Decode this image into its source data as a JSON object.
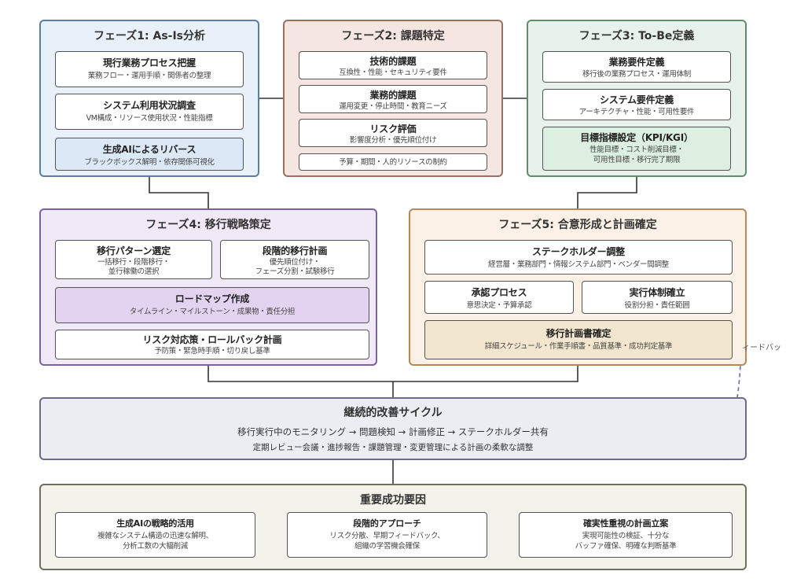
{
  "phase1": {
    "title": "フェーズ1: As-Is分析",
    "items": [
      {
        "title": "現行業務プロセス把握",
        "desc": "業務フロー・運用手順・関係者の整理"
      },
      {
        "title": "システム利用状況調査",
        "desc": "VM構成・リソース使用状況・性能指標"
      },
      {
        "title": "生成AIによるリバース",
        "desc": "ブラックボックス解明・依存関係可視化"
      }
    ]
  },
  "phase2": {
    "title": "フェーズ2: 課題特定",
    "items": [
      {
        "title": "技術的課題",
        "desc": "互換性・性能・セキュリティ要件"
      },
      {
        "title": "業務的課題",
        "desc": "運用変更・停止時間・教育ニーズ"
      },
      {
        "title": "リスク評価",
        "desc": "影響度分析・優先順位付け"
      },
      {
        "desc": "予算・期間・人的リソースの制約"
      }
    ]
  },
  "phase3": {
    "title": "フェーズ3: To-Be定義",
    "items": [
      {
        "title": "業務要件定義",
        "desc": "移行後の業務プロセス・運用体制"
      },
      {
        "title": "システム要件定義",
        "desc": "アーキテクチャ・性能・可用性要件"
      },
      {
        "title": "目標指標設定（KPI/KGI）",
        "desc1": "性能目標・コスト削減目標・",
        "desc2": "可用性目標・移行完了期限"
      }
    ]
  },
  "phase4": {
    "title": "フェーズ4: 移行戦略策定",
    "items": [
      {
        "title": "移行パターン選定",
        "desc1": "一括移行・段階移行・",
        "desc2": "並行稼働の選択"
      },
      {
        "title": "段階的移行計画",
        "desc1": "優先順位付け・",
        "desc2": "フェーズ分割・試験移行"
      },
      {
        "title": "ロードマップ作成",
        "desc": "タイムライン・マイルストーン・成果物・責任分担"
      },
      {
        "title": "リスク対応策・ロールバック計画",
        "desc": "予防策・緊急時手順・切り戻し基準"
      }
    ]
  },
  "phase5": {
    "title": "フェーズ5: 合意形成と計画確定",
    "items": [
      {
        "title": "ステークホルダー調整",
        "desc": "経営層・業務部門・情報システム部門・ベンダー間調整"
      },
      {
        "title": "承認プロセス",
        "desc": "意思決定・予算承認"
      },
      {
        "title": "実行体制確立",
        "desc": "役割分担・責任範囲"
      },
      {
        "title": "移行計画書確定",
        "desc": "詳細スケジュール・作業手順書・品質基準・成功判定基準"
      }
    ]
  },
  "cycle": {
    "title": "継続的改善サイクル",
    "line1": "移行実行中のモニタリング → 問題検知 → 計画修正 → ステークホルダー共有",
    "line2": "定期レビュー会議・進捗報告・課題管理・変更管理による計画の柔軟な調整"
  },
  "feedback_label": "ィードバッ",
  "success": {
    "title": "重要成功要因",
    "items": [
      {
        "title": "生成AIの戦略的活用",
        "desc1": "複雑なシステム構造の迅速な解明、",
        "desc2": "分析工数の大幅削減"
      },
      {
        "title": "段階的アプローチ",
        "desc1": "リスク分散、早期フィードバック、",
        "desc2": "組織の学習機会確保"
      },
      {
        "title": "確実性重視の計画立案",
        "desc1": "実現可能性の検証、十分な",
        "desc2": "バッファ確保、明確な判断基準"
      }
    ]
  },
  "colors": {
    "phase1": "#5c7ea6",
    "phase2": "#9b6f62",
    "phase3": "#5f8f6a",
    "phase4": "#7d62a3",
    "phase5": "#b5895c",
    "connector": "#333333"
  }
}
